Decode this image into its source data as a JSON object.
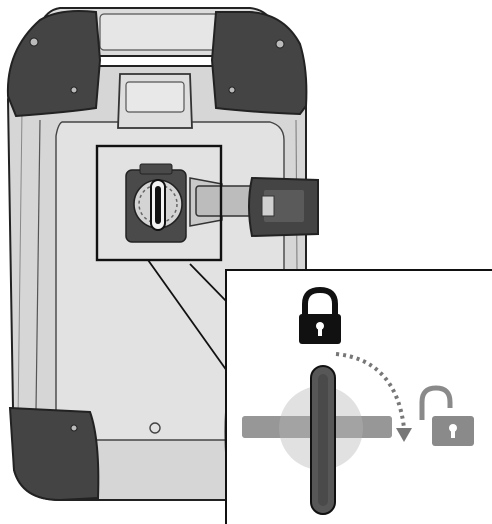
{
  "figure": {
    "subject": "luggage-case-lock-illustration",
    "states": [
      "locked",
      "unlocked"
    ],
    "colors": {
      "case_body": "#d6d6d6",
      "case_panel": "#e2e2e2",
      "case_corner": "#444444",
      "lock_housing": "#4a4a4a",
      "key_handle": "#575757",
      "disc": "#dcdcdc",
      "bar": "#9b9b9b",
      "locked_padlock": "#111111",
      "unlocked_padlock": "#8a8a8a",
      "outline": "#222222"
    },
    "icons": {
      "locked": "padlock-closed-icon",
      "unlocked": "padlock-open-icon",
      "rotation": "curved-dotted-arrow-icon"
    }
  }
}
